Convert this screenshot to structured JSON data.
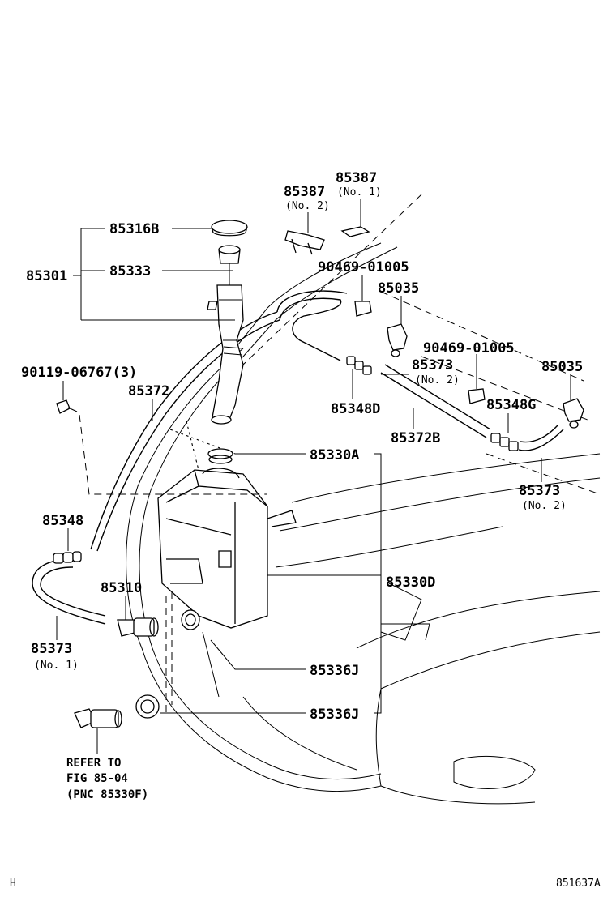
{
  "labels": {
    "p85387_no1": "85387",
    "p85387_no1_note": "(No. 1)",
    "p85387_no2": "85387",
    "p85387_no2_note": "(No. 2)",
    "p85316b": "85316B",
    "p85301": "85301",
    "p85333": "85333",
    "p90469_a": "90469-01005",
    "p85035_a": "85035",
    "p90469_b": "90469-01005",
    "p85373_no2_a": "85373",
    "p85373_no2_a_note": "(No. 2)",
    "p85035_b": "85035",
    "p90119": "90119-06767(3)",
    "p85372": "85372",
    "p85348d": "85348D",
    "p85348g": "85348G",
    "p85372b": "85372B",
    "p85330a": "85330A",
    "p85373_no2_b": "85373",
    "p85373_no2_b_note": "(No. 2)",
    "p85348": "85348",
    "p85310": "85310",
    "p85330d": "85330D",
    "p85373_no1": "85373",
    "p85373_no1_note": "(No. 1)",
    "p85336j_a": "85336J",
    "p85336j_b": "85336J"
  },
  "refer_note": {
    "line1": "REFER TO",
    "line2": "FIG 85-04",
    "line3": "(PNC 85330F)"
  },
  "corner": {
    "left": "H",
    "right": "851637A"
  }
}
